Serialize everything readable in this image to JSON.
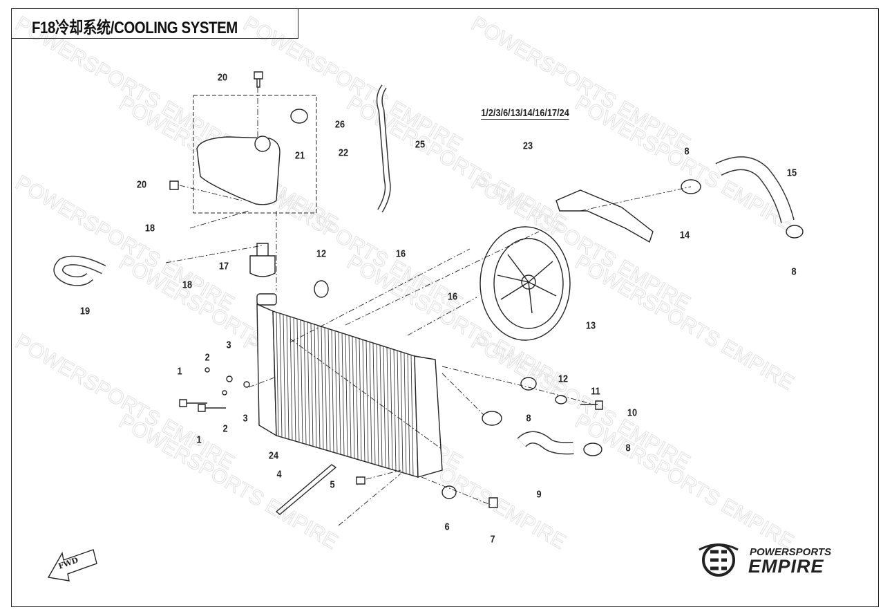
{
  "header": {
    "title": "F18冷却系统/COOLING SYSTEM"
  },
  "watermark": "POWERSPORTS EMPIRE",
  "callouts": [
    "20",
    "26",
    "25",
    "21",
    "22",
    "20",
    "1/2/3/6/13/14/16/17/24",
    "23",
    "8",
    "15",
    "14",
    "8",
    "18",
    "18",
    "17",
    "19",
    "12",
    "16",
    "16",
    "13",
    "3",
    "2",
    "1",
    "12",
    "11",
    "10",
    "8",
    "8",
    "3",
    "2",
    "1",
    "24",
    "4",
    "5",
    "9",
    "6",
    "7"
  ],
  "fwd_label": "FWD",
  "logo": {
    "top": "POWERSPORTS",
    "bottom": "EMPIRE"
  }
}
